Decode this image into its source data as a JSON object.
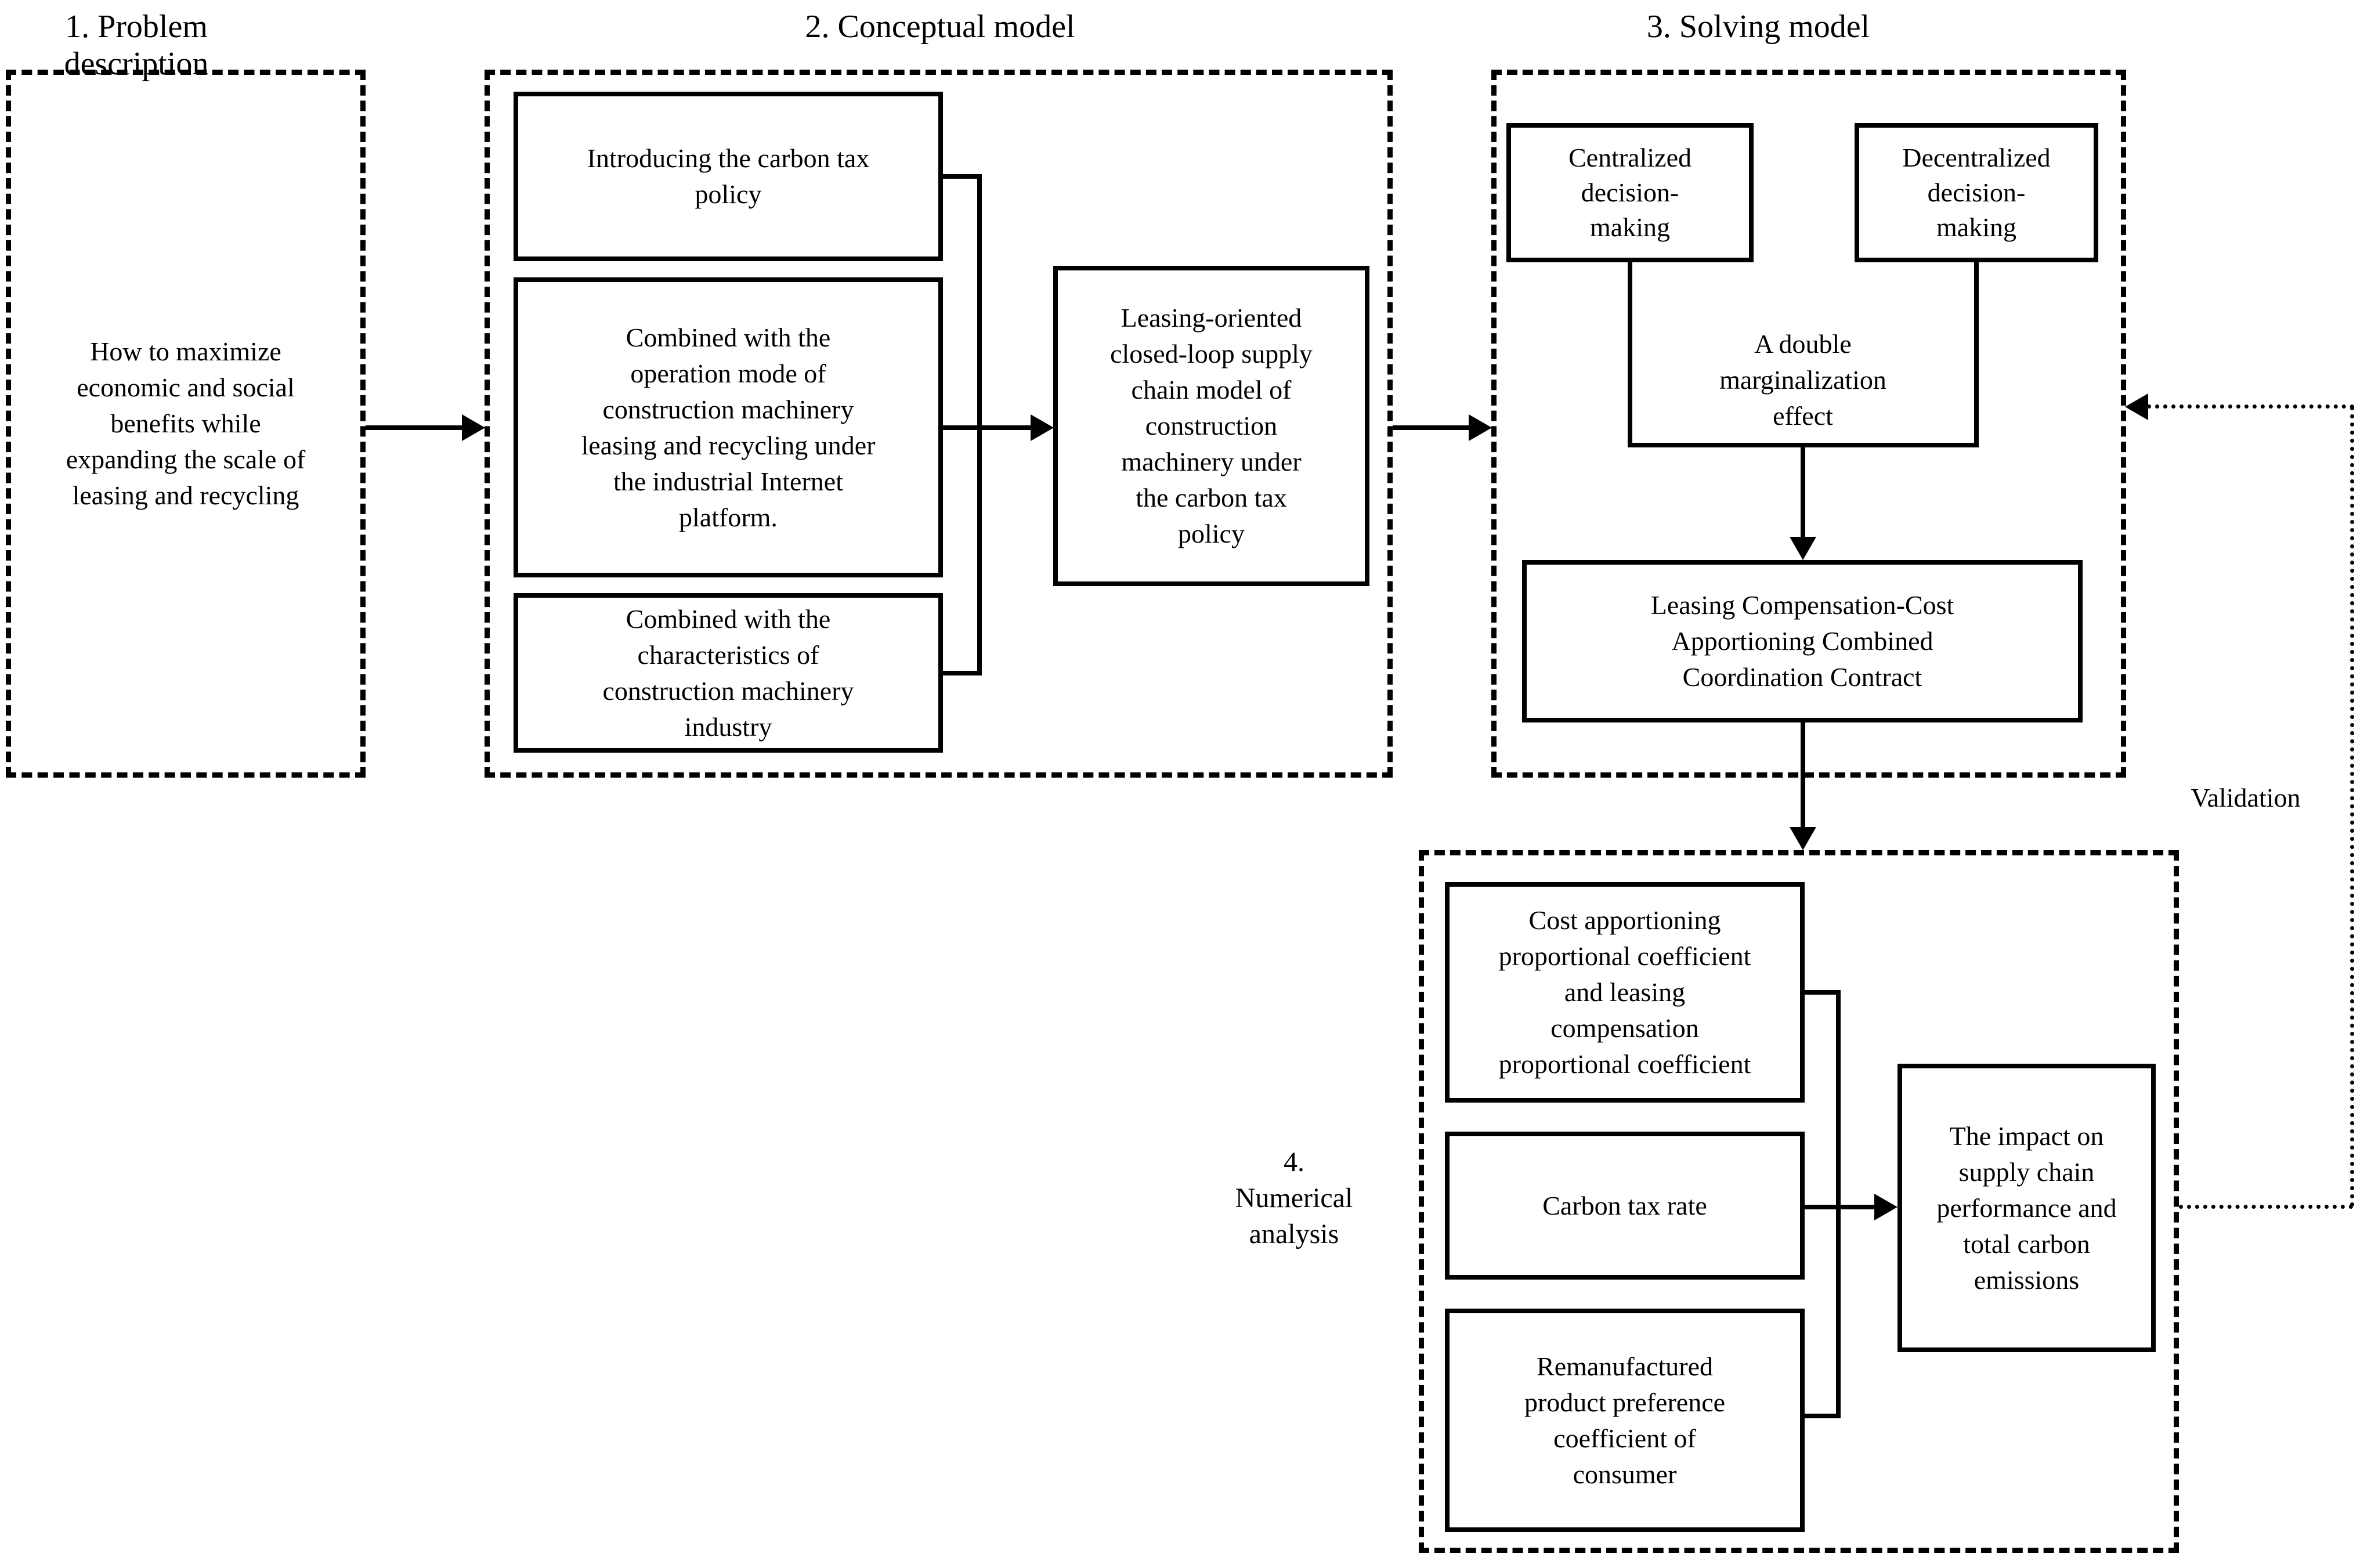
{
  "sections": {
    "s1": {
      "title": "1. Problem description",
      "problem_text": "How to maximize\neconomic and social\nbenefits while\nexpanding the scale of\nleasing and recycling"
    },
    "s2": {
      "title": "2. Conceptual model",
      "boxes": {
        "carbon_tax_policy": "Introducing the carbon tax\npolicy",
        "operation_mode": "Combined with the\noperation mode of\nconstruction machinery\nleasing and recycling under\nthe industrial Internet\nplatform.",
        "industry_characteristics": "Combined with the\ncharacteristics of\nconstruction machinery\nindustry",
        "closed_loop_model": "Leasing-oriented\nclosed-loop supply\nchain model of\nconstruction\nmachinery under\nthe carbon tax\npolicy"
      }
    },
    "s3": {
      "title": "3. Solving model",
      "boxes": {
        "centralized": "Centralized\ndecision-\nmaking",
        "decentralized": "Decentralized\ndecision-\nmaking",
        "contract": "Leasing Compensation-Cost\nApportioning Combined\nCoordination Contract"
      },
      "label_double_marginalization": "A double\nmarginalization\neffect"
    },
    "s4": {
      "title": "4.\nNumerical\nanalysis",
      "boxes": {
        "coefficients": "Cost apportioning\nproportional coefficient\nand leasing\ncompensation\nproportional coefficient",
        "carbon_tax_rate": "Carbon tax rate",
        "remanufactured_preference": "Remanufactured\nproduct preference\ncoefficient of\nconsumer",
        "impact": "The impact on\nsupply chain\nperformance and\ntotal carbon\nemissions"
      }
    },
    "validation_label": "Validation"
  },
  "colors": {
    "ink": "#000000",
    "background": "#ffffff"
  }
}
